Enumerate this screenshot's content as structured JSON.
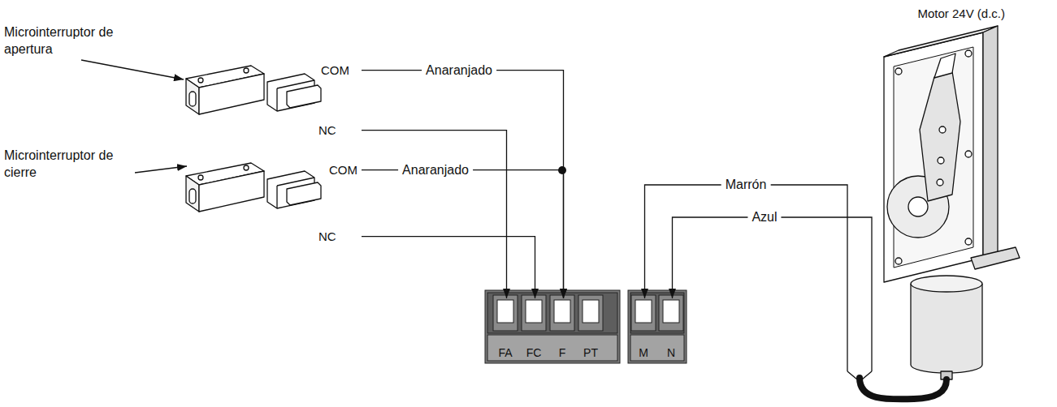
{
  "diagram": {
    "nodes": [
      {
        "text": [
          "Microinterruptor de apertura",
          "COM",
          "NC"
        ]
      },
      {
        "text": [
          "Microinterruptor de cierre",
          "COM",
          "NC"
        ]
      },
      {
        "text": [
          "FA"
        ]
      },
      {
        "text": [
          "FC"
        ]
      },
      {
        "text": [
          "F"
        ]
      },
      {
        "text": [
          "PT"
        ]
      },
      {
        "text": [
          "M"
        ]
      },
      {
        "text": [
          "N"
        ]
      },
      {
        "text": [
          "Motor 24V (d.c.)"
        ]
      }
    ],
    "edges": [
      {
        "from": 0,
        "to": 4,
        "label": "Anaranjado",
        "arrow": "to"
      },
      {
        "from": 0,
        "to": 2,
        "arrow": "to"
      },
      {
        "from": 1,
        "to": 4,
        "label": "Anaranjado",
        "arrow": "to"
      },
      {
        "from": 1,
        "to": 3,
        "arrow": "to"
      },
      {
        "from": 8,
        "to": 6,
        "label": "Marrón",
        "arrow": "to"
      },
      {
        "from": 8,
        "to": 7,
        "label": "Azul",
        "arrow": "to"
      }
    ]
  }
}
